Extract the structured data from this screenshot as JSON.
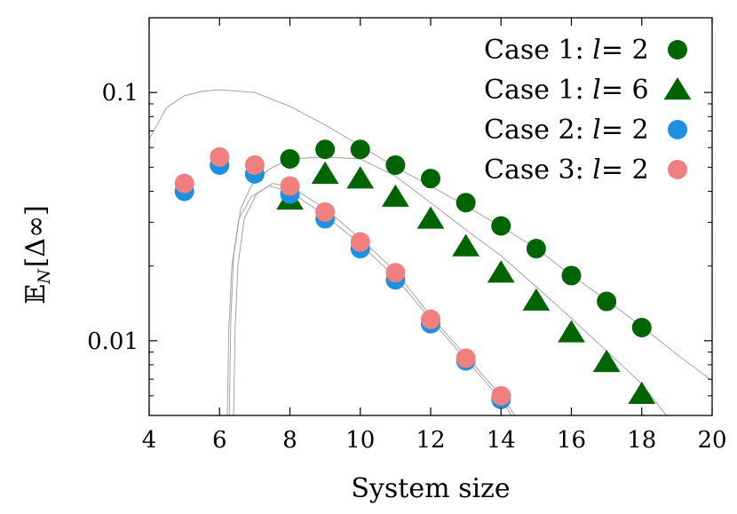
{
  "chart_data": {
    "type": "scatter",
    "title": "",
    "xlabel": "System size",
    "ylabel": "𝔼_N[Δ∞]",
    "ylabel_parts": {
      "main": "𝔼",
      "sub": "N",
      "bracket": "[Δ∞]"
    },
    "xscale": "linear",
    "yscale": "log",
    "xlim": [
      4,
      20
    ],
    "ylim": [
      0.005,
      0.2
    ],
    "xticks": [
      4,
      6,
      8,
      10,
      12,
      14,
      16,
      18,
      20
    ],
    "yticks": [
      0.01,
      0.1
    ],
    "yticklabels": [
      "0.01",
      "0.1"
    ],
    "grid": false,
    "legend_position": "top-right",
    "series": [
      {
        "name": "Case 1: l = 2",
        "legend_text": "Case 1:",
        "legend_var": "l",
        "legend_val": "= 2",
        "marker": "circle",
        "color": "#006400",
        "x": [
          8,
          9,
          10,
          11,
          12,
          13,
          14,
          15,
          16,
          17,
          18
        ],
        "y": [
          0.054,
          0.059,
          0.059,
          0.051,
          0.045,
          0.036,
          0.029,
          0.0235,
          0.0183,
          0.0144,
          0.0113
        ]
      },
      {
        "name": "Case 1: l = 6",
        "legend_text": "Case 1:",
        "legend_var": "l",
        "legend_val": "= 6",
        "marker": "triangle",
        "color": "#006400",
        "x": [
          8,
          9,
          10,
          11,
          12,
          13,
          14,
          15,
          16,
          17,
          18
        ],
        "y": [
          0.037,
          0.047,
          0.045,
          0.038,
          0.031,
          0.024,
          0.0188,
          0.0145,
          0.0108,
          0.0082,
          0.0061
        ]
      },
      {
        "name": "Case 2: l = 2",
        "legend_text": "Case 2:",
        "legend_var": "l",
        "legend_val": "= 2",
        "marker": "circle",
        "color": "#1E90E0",
        "x": [
          5,
          6,
          7,
          8,
          9,
          10,
          11,
          12,
          13,
          14
        ],
        "y": [
          0.04,
          0.051,
          0.047,
          0.039,
          0.031,
          0.0235,
          0.0176,
          0.0117,
          0.0083,
          0.0058
        ]
      },
      {
        "name": "Case 3: l = 2",
        "legend_text": "Case 3:",
        "legend_var": "l",
        "legend_val": "= 2",
        "marker": "circle",
        "color": "#F08080",
        "x": [
          5,
          6,
          7,
          8,
          9,
          10,
          11,
          12,
          13,
          14
        ],
        "y": [
          0.043,
          0.055,
          0.051,
          0.042,
          0.033,
          0.025,
          0.0188,
          0.0122,
          0.0085,
          0.006
        ]
      }
    ],
    "fit_curves": [
      {
        "color": "#9a9a9a",
        "x": [
          4,
          4.5,
          5,
          5.5,
          6,
          7,
          8,
          9,
          10,
          11,
          12,
          13,
          14,
          15,
          16,
          17,
          18,
          19,
          20
        ],
        "y": [
          0.065,
          0.087,
          0.097,
          0.101,
          0.1025,
          0.1,
          0.088,
          0.074,
          0.061,
          0.05,
          0.042,
          0.035,
          0.0288,
          0.0236,
          0.0183,
          0.0146,
          0.0114,
          0.0088,
          0.0069
        ]
      },
      {
        "color": "#9a9a9a",
        "x": [
          6.28,
          6.32,
          6.4,
          6.6,
          6.9,
          7.4,
          8,
          9,
          10,
          11,
          12,
          13,
          14,
          15,
          16,
          17,
          18,
          18.7
        ],
        "y": [
          0.005,
          0.012,
          0.022,
          0.034,
          0.042,
          0.049,
          0.054,
          0.055,
          0.054,
          0.046,
          0.036,
          0.028,
          0.022,
          0.0165,
          0.0123,
          0.0091,
          0.0067,
          0.005
        ]
      },
      {
        "color": "#9a9a9a",
        "x": [
          6.22,
          6.26,
          6.35,
          6.55,
          6.9,
          7.4,
          8,
          9,
          10,
          11,
          12,
          13,
          14,
          14.3
        ],
        "y": [
          0.005,
          0.011,
          0.02,
          0.031,
          0.038,
          0.042,
          0.04,
          0.032,
          0.0245,
          0.018,
          0.0122,
          0.0084,
          0.0058,
          0.005
        ]
      },
      {
        "color": "#9a9a9a",
        "x": [
          6.4,
          6.44,
          6.52,
          6.7,
          7.05,
          7.5,
          8,
          9,
          10,
          11,
          12,
          13,
          14,
          14.4
        ],
        "y": [
          0.005,
          0.011,
          0.02,
          0.031,
          0.039,
          0.043,
          0.042,
          0.034,
          0.0258,
          0.019,
          0.0126,
          0.0087,
          0.006,
          0.005
        ]
      }
    ]
  }
}
